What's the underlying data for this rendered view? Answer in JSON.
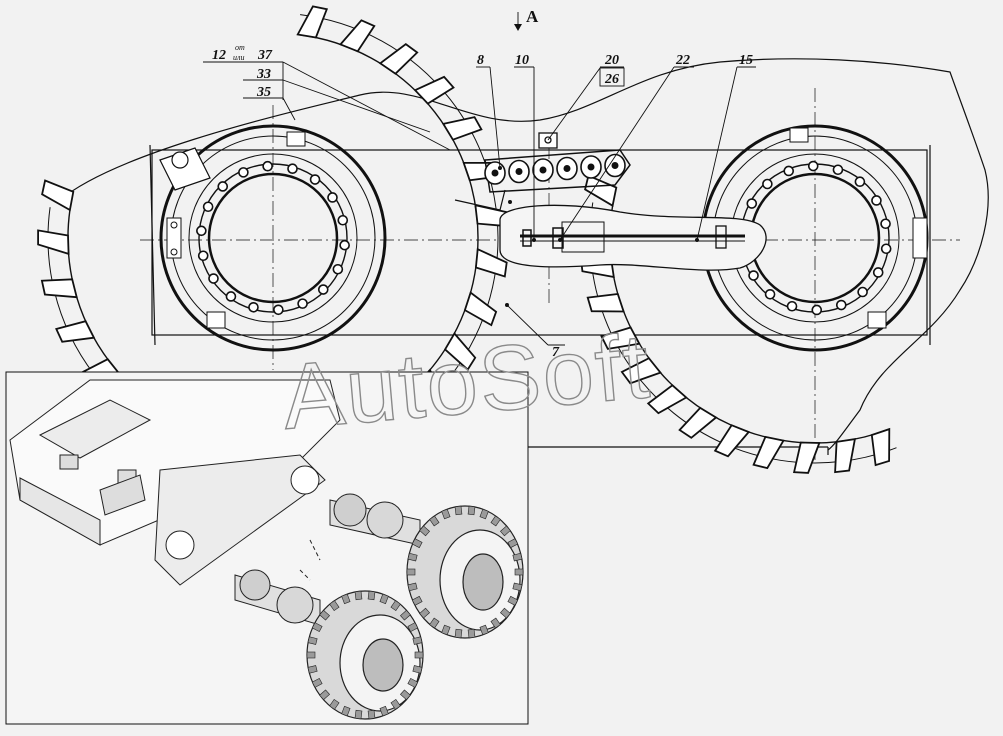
{
  "view_label": "A",
  "callouts": {
    "c12": "12",
    "c12_or": "от",
    "c12_or2": "или",
    "c37": "37",
    "c33": "33",
    "c35": "35",
    "c8": "8",
    "c10": "10",
    "c20": "20",
    "c26": "26",
    "c22": "22",
    "c15": "15",
    "c7": "7"
  },
  "watermark": "AutoSoft",
  "colors": {
    "background": "#f2f2f2",
    "line": "#111111",
    "fill_light": "#e6e6e6"
  }
}
